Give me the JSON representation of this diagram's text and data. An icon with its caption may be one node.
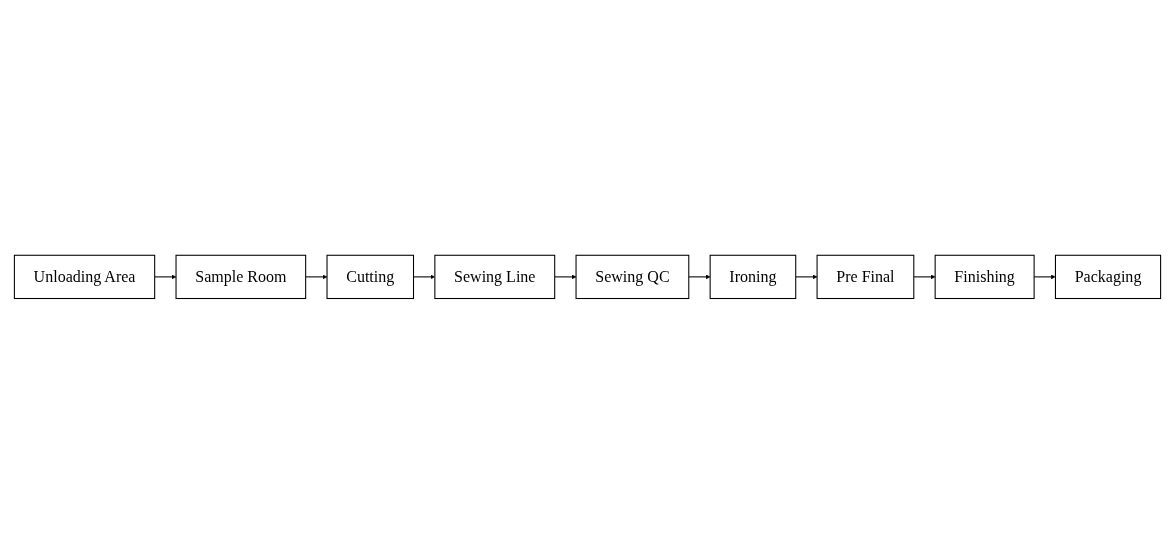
{
  "diagram": {
    "nodes": [
      {
        "text": [
          "Unloading Area"
        ]
      },
      {
        "text": [
          "Sample Room"
        ]
      },
      {
        "text": [
          "Cutting"
        ]
      },
      {
        "text": [
          "Sewing Line"
        ]
      },
      {
        "text": [
          "Sewing QC"
        ]
      },
      {
        "text": [
          "Ironing"
        ]
      },
      {
        "text": [
          "Pre Final"
        ]
      },
      {
        "text": [
          "Finishing"
        ]
      },
      {
        "text": [
          "Packaging"
        ]
      }
    ],
    "edges": [
      {
        "from": 0,
        "to": 1,
        "arrow": "to"
      },
      {
        "from": 1,
        "to": 2,
        "arrow": "to"
      },
      {
        "from": 2,
        "to": 3,
        "arrow": "to"
      },
      {
        "from": 3,
        "to": 4,
        "arrow": "to"
      },
      {
        "from": 4,
        "to": 5,
        "arrow": "to"
      },
      {
        "from": 5,
        "to": 6,
        "arrow": "to"
      },
      {
        "from": 6,
        "to": 7,
        "arrow": "to"
      },
      {
        "from": 7,
        "to": 8,
        "arrow": "to"
      }
    ]
  }
}
